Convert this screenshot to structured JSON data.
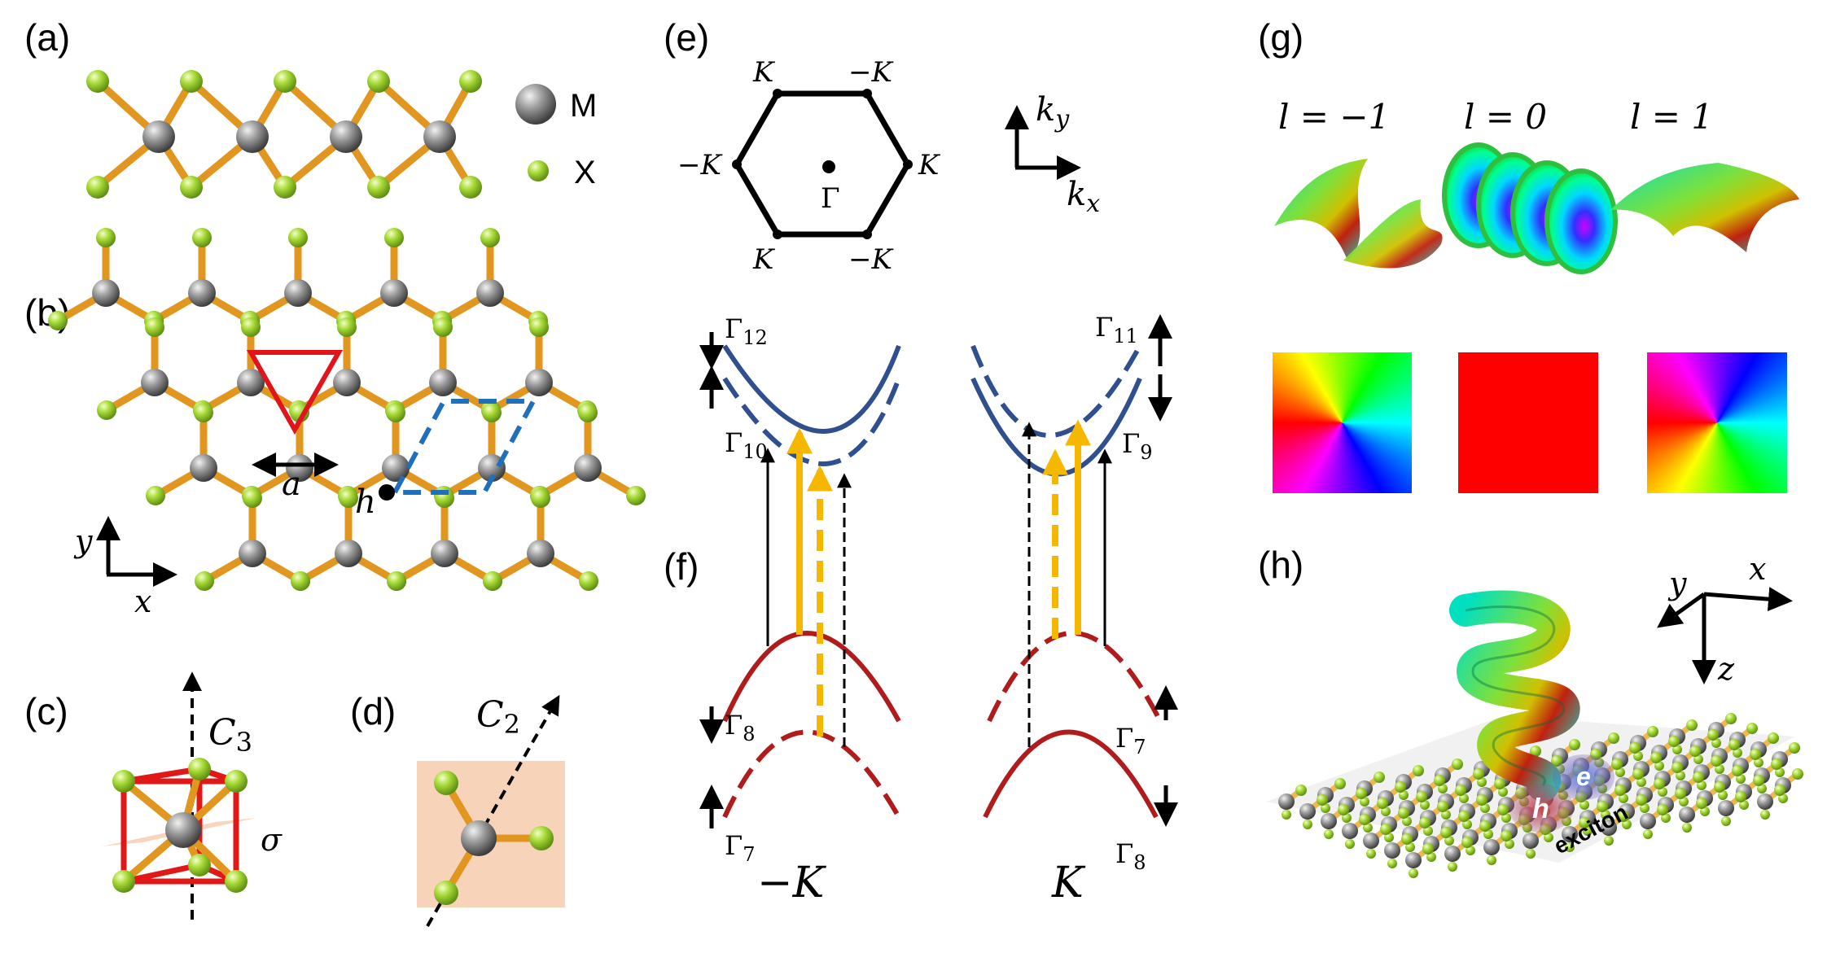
{
  "panels": {
    "a": "(a)",
    "b": "(b)",
    "c": "(c)",
    "d": "(d)",
    "e": "(e)",
    "f": "(f)",
    "g": "(g)",
    "h": "(h)"
  },
  "legend": {
    "metal": "M",
    "chalcogen": "X"
  },
  "lattice": {
    "constant": "a",
    "site": "h",
    "axis_x": "x",
    "axis_y": "y"
  },
  "symmetry": {
    "c3": "C",
    "c3_sub": "3",
    "sigma": "σ",
    "c2": "C",
    "c2_sub": "2"
  },
  "bz": {
    "k": "K",
    "mk": "−K",
    "gamma": "Γ",
    "kx": "k",
    "kx_sub": "x",
    "ky": "k",
    "ky_sub": "y"
  },
  "bands": {
    "left_valley": "−K",
    "right_valley": "K",
    "g12": "Γ",
    "g12_sub": "12",
    "g10": "Γ",
    "g10_sub": "10",
    "g8l": "Γ",
    "g8l_sub": "8",
    "g7l": "Γ",
    "g7l_sub": "7",
    "g11": "Γ",
    "g11_sub": "11",
    "g9": "Γ",
    "g9_sub": "9",
    "g7r": "Γ",
    "g7r_sub": "7",
    "g8r": "Γ",
    "g8r_sub": "8"
  },
  "oam": {
    "lm1": "l = −1",
    "l0": "l = 0",
    "l1": "l = 1"
  },
  "exciton": {
    "electron": "e",
    "hole": "h",
    "label": "exciton",
    "x": "x",
    "y": "y",
    "z": "z"
  },
  "colors": {
    "conduction": "#2f4f8f",
    "valence": "#b01c1c",
    "bond": "#e0961f",
    "chalcogen": "#9acd32",
    "metal": "#7a7a7a",
    "transition": "#f5b700",
    "unitcell": "#1f6fbf",
    "triangle": "#e0141a"
  }
}
